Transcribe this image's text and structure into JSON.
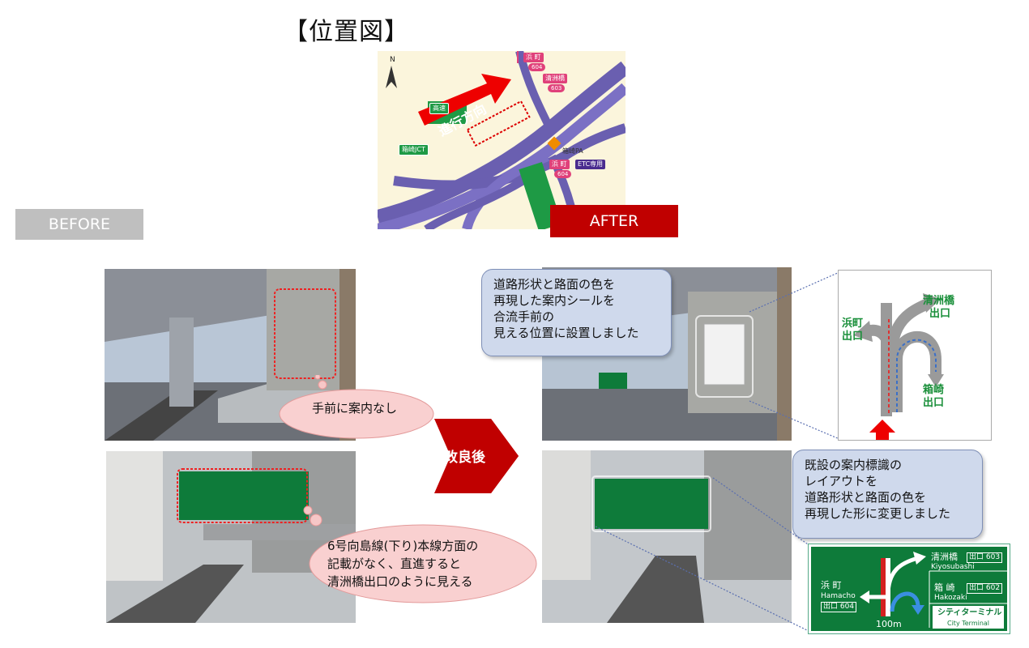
{
  "title": "【位置図】",
  "map": {
    "north": "N",
    "direction": "進行方向",
    "hamacho_top": "浜 町",
    "hamacho_top_num": "604",
    "kiyosubashi": "清洲橋",
    "kiyosubashi_num": "603",
    "hakozaki_jct": "箱崎JCT",
    "hakozaki_pa": "箱崎PA",
    "hamacho_bottom": "浜 町",
    "etc": "ETC専用",
    "hamacho_bottom_num": "604",
    "kosoku": "高速"
  },
  "labels": {
    "before": "BEFORE",
    "after": "AFTER",
    "improve": "改良後"
  },
  "clouds": {
    "top": "手前に案内なし",
    "bottom": [
      "6号向島線(下り)本線方面の",
      "記載がなく、直進すると",
      "清洲橋出口のように見える"
    ]
  },
  "callouts": {
    "top": [
      "道路形状と路面の色を",
      "再現した案内シールを",
      "合流手前の",
      "見える位置に設置しました"
    ],
    "bottom": [
      "既設の案内標識の",
      "レイアウトを",
      "道路形状と路面の色を",
      "再現した形に変更しました"
    ]
  },
  "sticker": {
    "left": [
      "浜町",
      "出口"
    ],
    "right_top": [
      "清洲橋",
      "出口"
    ],
    "right_bottom": [
      "箱崎",
      "出口"
    ]
  },
  "sign": {
    "kiyosubashi": "清洲橋",
    "kiyosubashi_exit": "出口 603",
    "kiyosubashi_roman": "Kiyosubashi",
    "hakozaki": "箱 崎",
    "hakozaki_exit": "出口 602",
    "hakozaki_roman": "Hakozaki",
    "hamacho": "浜 町",
    "hamacho_roman": "Hamacho",
    "hamacho_exit": "出口 604",
    "city_terminal_jp": "シティターミナル",
    "city_terminal_en": "City Terminal",
    "distance": "100m"
  }
}
